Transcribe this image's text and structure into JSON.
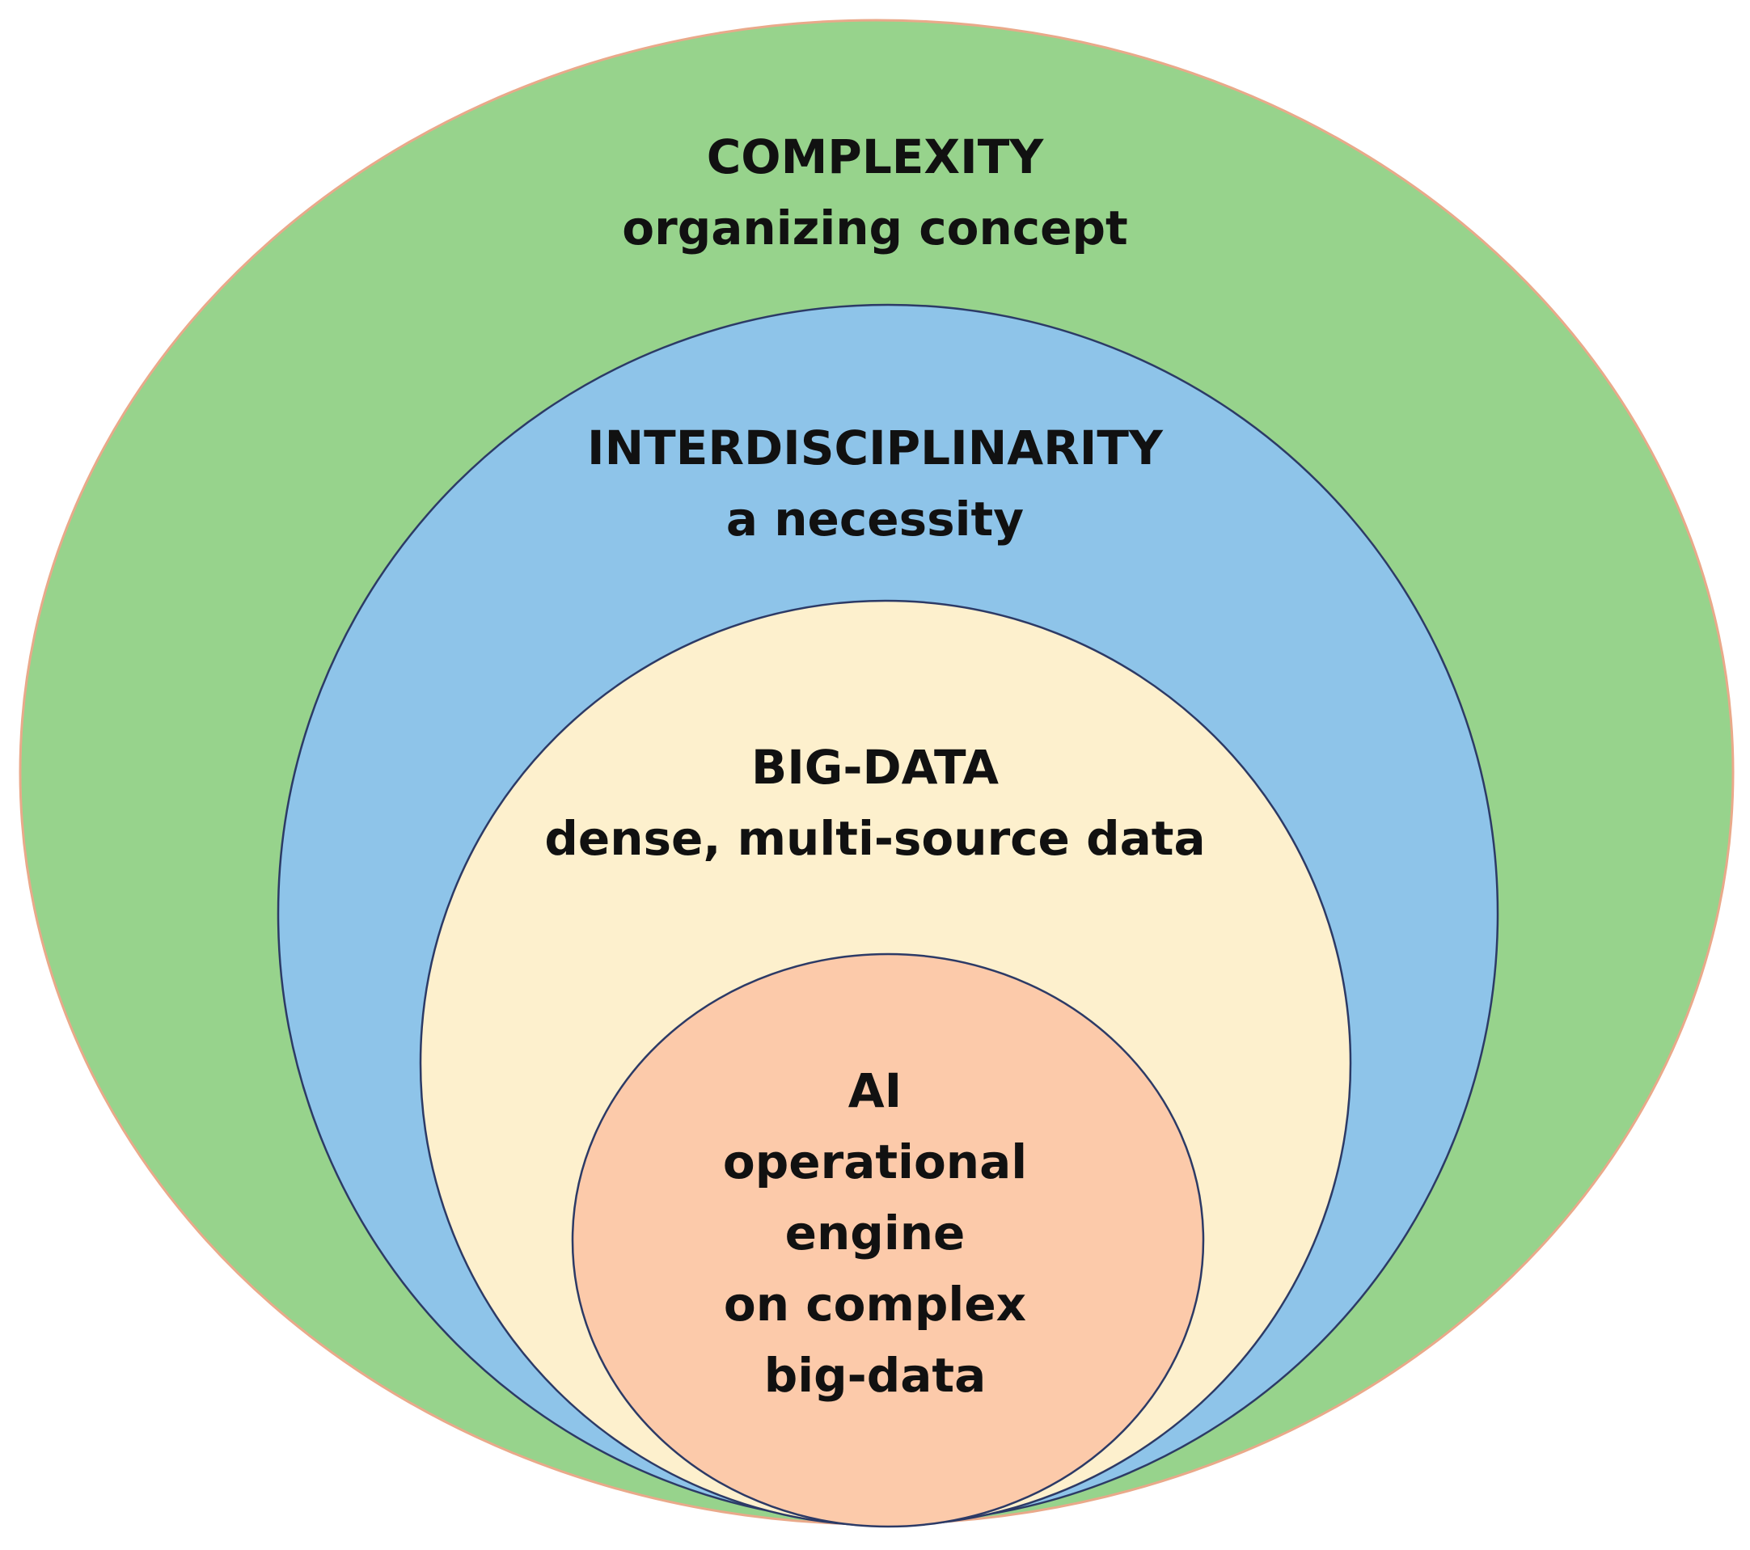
{
  "colors": {
    "complexity_fill": "#97d38c",
    "complexity_stroke": "#e9a98a",
    "interdisciplinarity_fill": "#8ec4e9",
    "bigdata_fill": "#fdf0cd",
    "ai_fill": "#fccaaa",
    "inner_stroke": "#2c3a66",
    "text": "#111111"
  },
  "layers": {
    "complexity": {
      "title": "COMPLEXITY",
      "subtitle": "organizing concept"
    },
    "interdisciplinarity": {
      "title": "INTERDISCIPLINARITY",
      "subtitle": "a necessity"
    },
    "bigdata": {
      "title": "BIG-DATA",
      "subtitle": "dense, multi-source data"
    },
    "ai": {
      "title": "AI",
      "lines": [
        "operational",
        "engine",
        "on complex",
        "big-data"
      ]
    }
  }
}
